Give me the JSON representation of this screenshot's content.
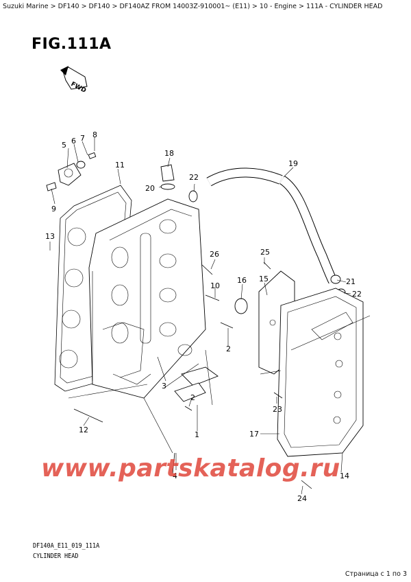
{
  "breadcrumb": "Suzuki Marine > DF140 > DF140 > DF140AZ FROM 14003Z-910001~ (E11) > 10 - Engine > 111A - CYLINDER HEAD",
  "figure": {
    "title": "FIG.111A",
    "fwd_label": "FWD"
  },
  "callouts": [
    "1",
    "2",
    "2",
    "3",
    "4",
    "5",
    "6",
    "7",
    "8",
    "9",
    "10",
    "11",
    "12",
    "13",
    "14",
    "15",
    "16",
    "17",
    "18",
    "19",
    "20",
    "21",
    "22",
    "22",
    "23",
    "24",
    "25",
    "26"
  ],
  "footer": {
    "code": "DF140A_E11_019_111A",
    "name": "CYLINDER HEAD"
  },
  "watermark": "www.partskatalog.ru",
  "pager": "Страница с 1 по 3",
  "colors": {
    "watermark": "#e0473b",
    "line": "#000000"
  }
}
